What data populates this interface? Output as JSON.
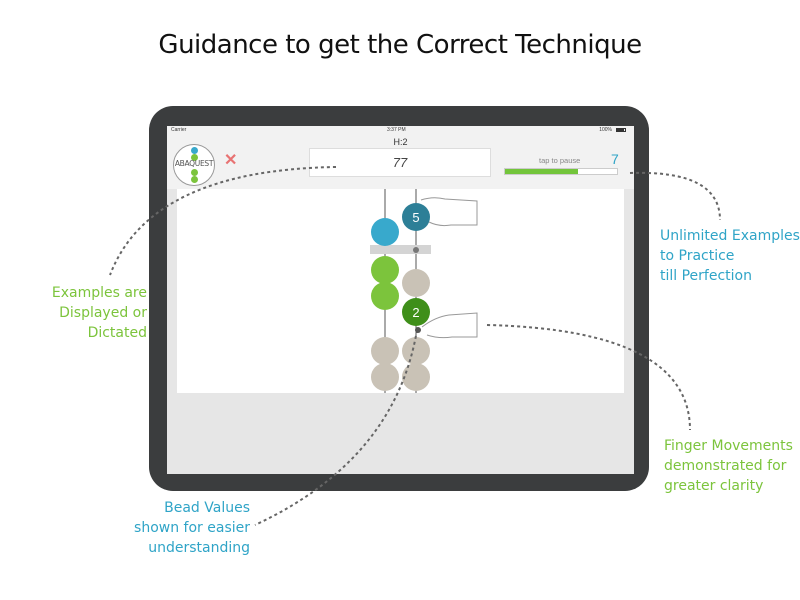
{
  "title": "Guidance to get the Correct Technique",
  "status_bar": {
    "carrier": "Carrier",
    "time": "3:37 PM",
    "battery": "100%"
  },
  "app": {
    "level": "H:2",
    "logo_text": "ABAQUEST",
    "close_icon": "close-icon",
    "question": "77",
    "pause_label": "tap to pause",
    "count": "7",
    "progress": 0.65
  },
  "abacus": {
    "bead_values": [
      "5",
      "2"
    ],
    "colors": {
      "sky": "#38a9cc",
      "teal": "#2d7f97",
      "green": "#7cc43c",
      "dark_green": "#3f8f1a",
      "grey": "#c9c2b6"
    }
  },
  "callouts": {
    "examples": [
      "Examples are",
      "Displayed or Dictated"
    ],
    "unlimited": [
      "Unlimited Examples",
      "to Practice",
      "till Perfection"
    ],
    "finger": [
      "Finger Movements",
      "demonstrated for",
      "greater clarity"
    ],
    "bead": [
      "Bead Values",
      "shown for easier",
      "understanding"
    ]
  },
  "colors": {
    "callout_green": "#7cc43c",
    "callout_blue": "#2fa4c7",
    "tablet": "#3b3d3e",
    "close_red": "#e87373"
  }
}
